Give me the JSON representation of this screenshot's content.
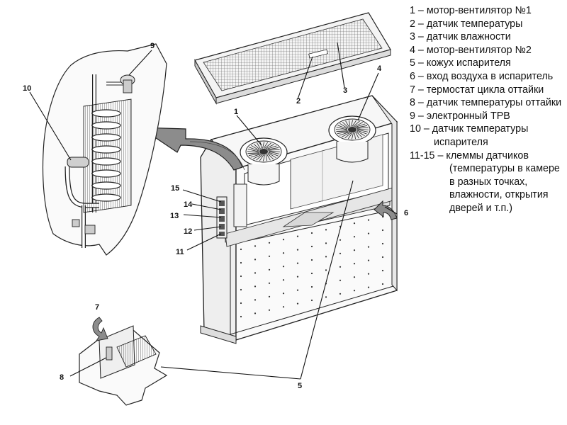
{
  "legend": {
    "items": [
      {
        "text": "1 – мотор-вентилятор №1"
      },
      {
        "text": "2 – датчик температуры"
      },
      {
        "text": "3 – датчик влажности"
      },
      {
        "text": "4 – мотор-вентилятор №2"
      },
      {
        "text": "5 – кожух испарителя"
      },
      {
        "text": "6 – вход воздуха в испаритель"
      },
      {
        "text": "7 – термостат цикла оттайки"
      },
      {
        "text": "8 – датчик температуры оттайки"
      },
      {
        "text": "9 – электронный ТРВ"
      },
      {
        "text": "10 – датчик температуры испарителя"
      },
      {
        "text": "11-15 – клеммы датчиков (температуры в камере в разных точках, влажности, открытия дверей и т.п.)"
      }
    ]
  },
  "callouts": {
    "c1": "1",
    "c2": "2",
    "c3": "3",
    "c4": "4",
    "c5": "5",
    "c6": "6",
    "c7": "7",
    "c8": "8",
    "c9": "9",
    "c10": "10",
    "c11": "11",
    "c12": "12",
    "c13": "13",
    "c14": "14",
    "c15": "15"
  }
}
